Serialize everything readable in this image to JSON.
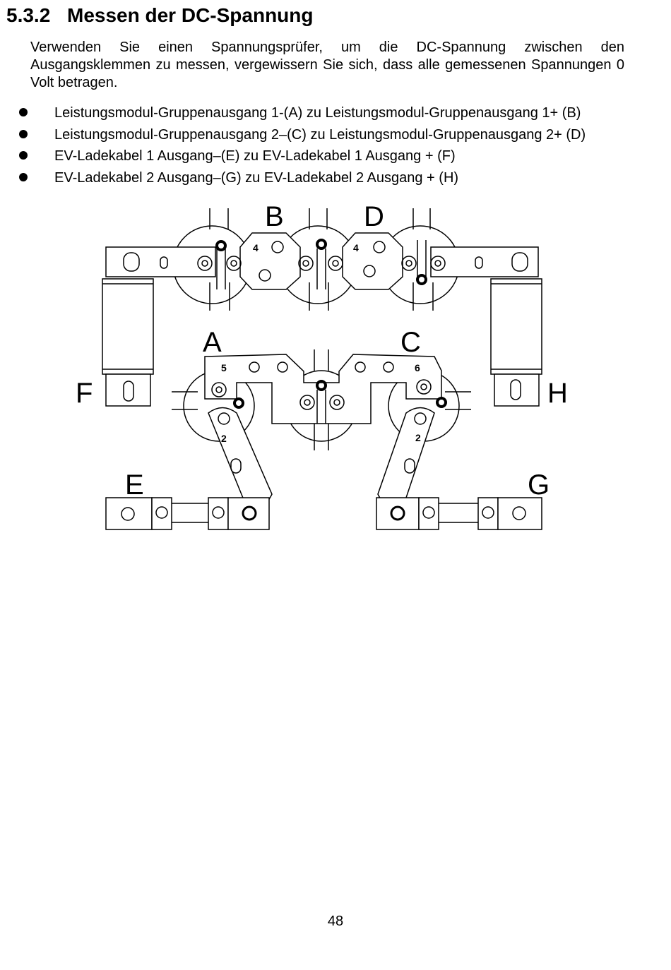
{
  "section": {
    "number": "5.3.2",
    "title": "Messen der DC-Spannung"
  },
  "intro": "Verwenden Sie einen Spannungsprüfer, um die DC-Spannung zwischen den Ausgangsklemmen zu messen, vergewissern Sie sich, dass alle gemessenen Spannungen 0 Volt betragen.",
  "bullets": [
    "Leistungsmodul-Gruppenausgang 1-(A) zu Leistungsmodul-Gruppenausgang 1+ (B)",
    "Leistungsmodul-Gruppenausgang 2–(C) zu Leistungsmodul-Gruppenausgang 2+ (D)",
    "EV-Ladekabel 1 Ausgang–(E) zu EV-Ladekabel 1 Ausgang + (F)",
    "EV-Ladekabel 2 Ausgang–(G) zu EV-Ladekabel 2 Ausgang + (H)"
  ],
  "figure": {
    "labels": {
      "a": "A",
      "b": "B",
      "c": "C",
      "d": "D",
      "e": "E",
      "f": "F",
      "g": "G",
      "h": "H"
    },
    "plate_numbers": {
      "top_left": "4",
      "top_right": "4",
      "mid_left": "5",
      "mid_right": "6",
      "link_left": "2",
      "link_right": "2"
    }
  },
  "page_number": "48"
}
